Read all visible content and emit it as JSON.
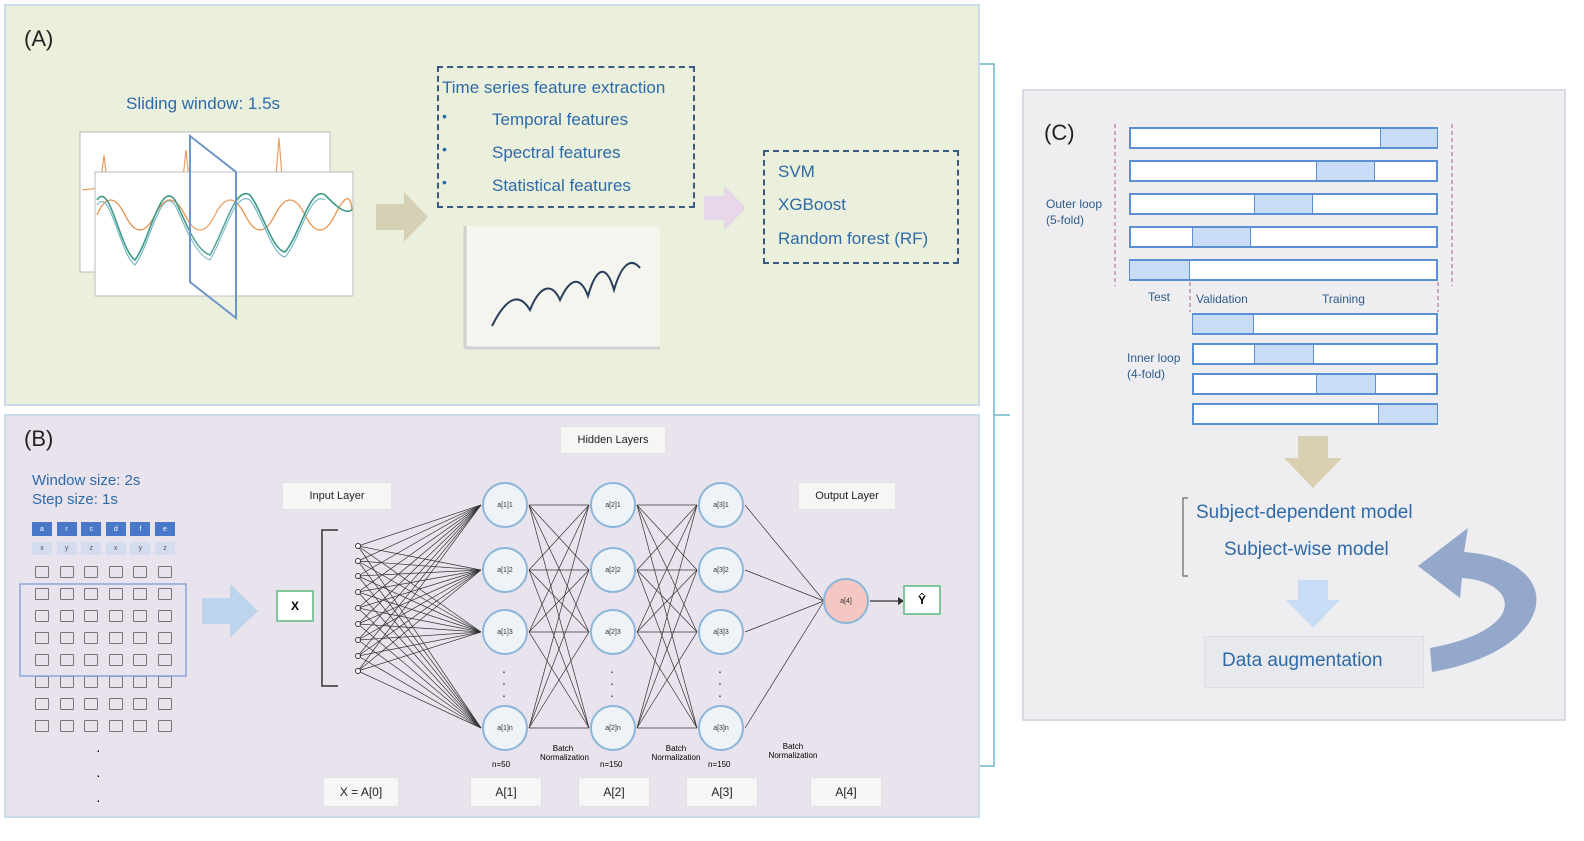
{
  "panel_a": {
    "tag": "(A)",
    "sliding_window": "Sliding window: 1.5s",
    "feature_title": "Time series feature extraction",
    "features": [
      "Temporal features",
      "Spectral features",
      "Statistical features"
    ],
    "bullet": "•",
    "models": [
      "SVM",
      "XGBoost",
      "Random forest (RF)"
    ]
  },
  "panel_b": {
    "tag": "(B)",
    "window_size": "Window size: 2s",
    "step_size": "Step size: 1s",
    "header_cells": [
      "a",
      "r",
      "c",
      "d",
      "f",
      "e"
    ],
    "subheader_cells": [
      "x",
      "y",
      "z",
      "x",
      "y",
      "z"
    ],
    "dots": [
      "·",
      "·",
      "·"
    ],
    "input_layer": "Input Layer",
    "hidden_layers": "Hidden Layers",
    "output_layer": "Output Layer",
    "x_node": "X",
    "y_node": "Ŷ",
    "neurons": [
      [
        "a[1]1",
        "a[1]2",
        "a[1]3",
        "a[1]n"
      ],
      [
        "a[2]1",
        "a[2]2",
        "a[2]3",
        "a[2]n"
      ],
      [
        "a[3]1",
        "a[3]2",
        "a[3]3",
        "a[3]n"
      ]
    ],
    "output_neuron": "a[4]",
    "vdots": ".\n.\n.",
    "n_labels": [
      "n=50",
      "n=150",
      "n=150"
    ],
    "batch_norm": [
      "Batch Normalization",
      "Batch Normalization",
      "Batch Normalization"
    ],
    "formulas": [
      "X = A[0]",
      "A[1]",
      "A[2]",
      "A[3]",
      "A[4]"
    ]
  },
  "panel_c": {
    "tag": "(C)",
    "outer_loop": "Outer loop\n(5-fold)",
    "inner_loop": "Inner loop\n(4-fold)",
    "test": "Test",
    "validation": "Validation",
    "training": "Training",
    "subject_dependent": "Subject-dependent model",
    "subject_wise": "Subject-wise model",
    "data_augmentation": "Data augmentation"
  },
  "colors": {
    "panel_a_bg": "#eaf0dc",
    "panel_b_bg": "#e9e3ee",
    "panel_c_bg": "#eeeef0",
    "label_blue": "#2e6aa8",
    "fold_highlight": "#c9dcf5",
    "output_neuron": "#f4c7c3"
  }
}
